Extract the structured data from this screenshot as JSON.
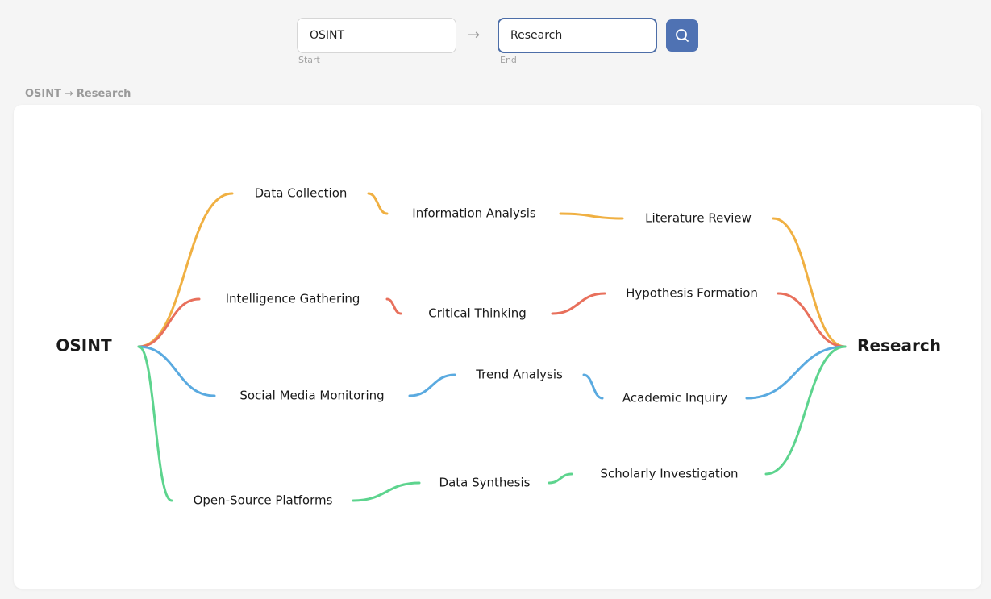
{
  "search": {
    "start_value": "OSINT",
    "start_caption": "Start",
    "arrow": "→",
    "end_value": "Research",
    "end_caption": "End"
  },
  "breadcrumb": {
    "from": "OSINT",
    "to": "Research"
  },
  "colors": {
    "orange": "#f0b042",
    "red": "#e8705c",
    "blue": "#5aaae0",
    "green": "#5dd48e",
    "accent": "#4f72b3"
  },
  "graph": {
    "start": "OSINT",
    "end": "Research",
    "paths": [
      {
        "color": "orange",
        "nodes": [
          "Data Collection",
          "Information Analysis",
          "Literature Review"
        ]
      },
      {
        "color": "red",
        "nodes": [
          "Intelligence Gathering",
          "Critical Thinking",
          "Hypothesis Formation"
        ]
      },
      {
        "color": "blue",
        "nodes": [
          "Social Media Monitoring",
          "Trend Analysis",
          "Academic Inquiry"
        ]
      },
      {
        "color": "green",
        "nodes": [
          "Open-Source Platforms",
          "Data Synthesis",
          "Scholarly Investigation"
        ]
      }
    ]
  }
}
